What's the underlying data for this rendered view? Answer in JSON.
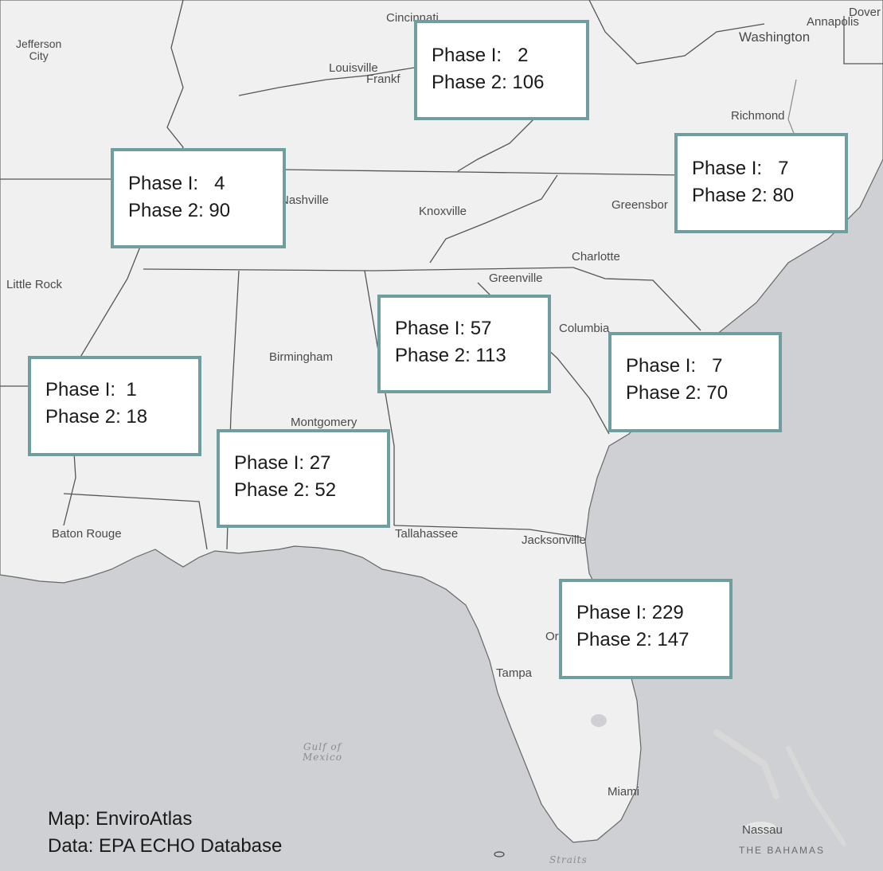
{
  "places": {
    "cincinnati": "Cincinnati",
    "annapolis": "Annapolis",
    "dover": "Dover",
    "washington": "Washington",
    "jefferson_city": "Jefferson\nCity",
    "louisville": "Louisville",
    "frankfort": "Frankf",
    "richmond": "Richmond",
    "nashville": "Nashville",
    "knoxville": "Knoxville",
    "greensboro": "Greensbor",
    "charlotte": "Charlotte",
    "little_rock": "Little Rock",
    "greenville": "Greenville",
    "columbia": "Columbia",
    "birmingham": "Birmingham",
    "montgomery": "Montgomery",
    "baton_rouge": "Baton Rouge",
    "tallahassee": "Tallahassee",
    "jacksonville": "Jacksonville",
    "orlando": "Or",
    "tampa": "Tampa",
    "gulf_of_mexico": "Gulf of\nMexico",
    "miami": "Miami",
    "nassau": "Nassau",
    "the_bahamas": "THE BAHAMAS",
    "straits": "Straits"
  },
  "callouts": [
    {
      "id": "kentucky",
      "phase1_label": "Phase I:",
      "phase1_value": "2",
      "phase2_label": "Phase 2:",
      "phase2_value": "106"
    },
    {
      "id": "tennessee",
      "phase1_label": "Phase I:",
      "phase1_value": "4",
      "phase2_label": "Phase 2:",
      "phase2_value": "90"
    },
    {
      "id": "north-carolina",
      "phase1_label": "Phase I:",
      "phase1_value": "7",
      "phase2_label": "Phase 2:",
      "phase2_value": "80"
    },
    {
      "id": "georgia",
      "phase1_label": "Phase I:",
      "phase1_value": "57",
      "phase2_label": "Phase 2:",
      "phase2_value": "113"
    },
    {
      "id": "south-carolina",
      "phase1_label": "Phase I:",
      "phase1_value": "7",
      "phase2_label": "Phase 2:",
      "phase2_value": "70"
    },
    {
      "id": "mississippi",
      "phase1_label": "Phase I:",
      "phase1_value": "1",
      "phase2_label": "Phase 2:",
      "phase2_value": "18"
    },
    {
      "id": "alabama",
      "phase1_label": "Phase I:",
      "phase1_value": "27",
      "phase2_label": "Phase 2:",
      "phase2_value": "52"
    },
    {
      "id": "florida",
      "phase1_label": "Phase I:",
      "phase1_value": "229",
      "phase2_label": "Phase 2:",
      "phase2_value": "147"
    }
  ],
  "credits": {
    "map_line": "Map: EnviroAtlas",
    "data_line": "Data: EPA ECHO Database"
  },
  "colors": {
    "land": "#f0f0f0",
    "water": "#cfd0d4",
    "border": "#555555",
    "callout_border": "#6f9ea0"
  }
}
